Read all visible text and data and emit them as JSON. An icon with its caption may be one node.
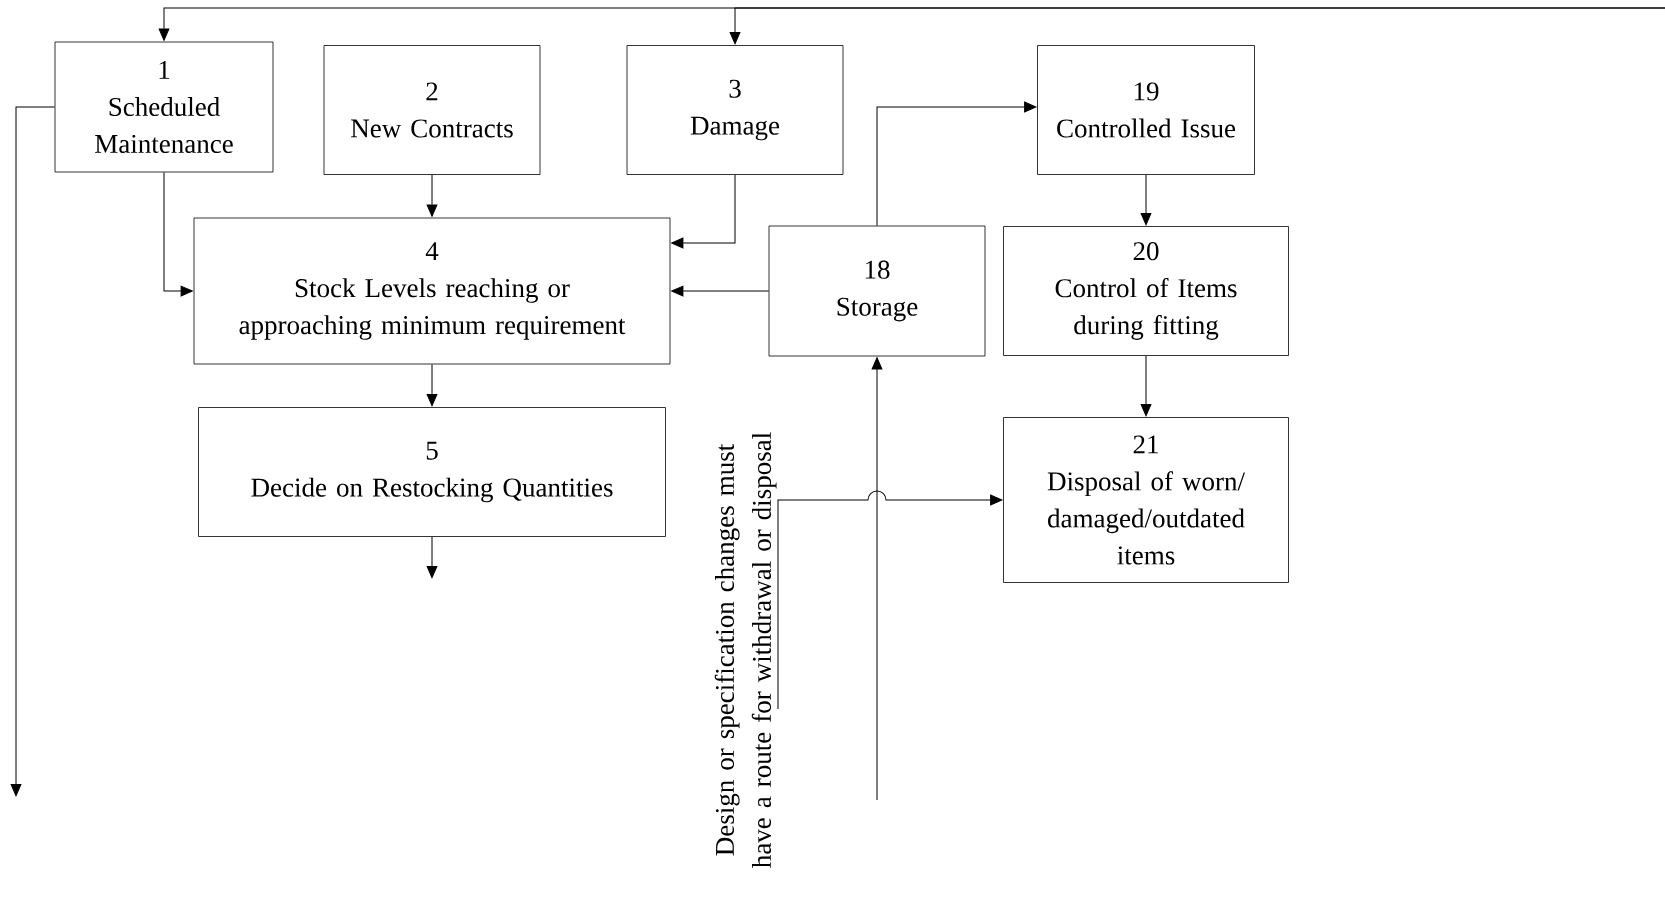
{
  "diagram": {
    "nodes": [
      {
        "text": [
          "1",
          "Scheduled Maintenance"
        ]
      },
      {
        "text": [
          "2",
          "New Contracts"
        ]
      },
      {
        "text": [
          "3",
          "Damage"
        ]
      },
      {
        "text": [
          "19",
          "Controlled Issue"
        ]
      },
      {
        "text": [
          "4",
          "Stock Levels reaching or approaching minimum requirement"
        ]
      },
      {
        "text": [
          "18",
          "Storage"
        ]
      },
      {
        "text": [
          "20",
          "Control of Items during fitting"
        ]
      },
      {
        "text": [
          "5",
          "Decide on Restocking Quantities"
        ]
      },
      {
        "text": [
          "21",
          "Disposal of worn/ damaged/outdated items"
        ]
      },
      {
        "text": [
          "Design or specification changes must have a route for withdrawal or disposal"
        ]
      }
    ],
    "edges": [
      {
        "from": null,
        "to": 0,
        "arrow": "to"
      },
      {
        "from": null,
        "to": 2,
        "arrow": "to"
      },
      {
        "from": 0,
        "to": null,
        "arrow": "to"
      },
      {
        "from": 0,
        "to": 4,
        "arrow": "to"
      },
      {
        "from": 1,
        "to": 4,
        "arrow": "to"
      },
      {
        "from": 2,
        "to": 4,
        "arrow": "to"
      },
      {
        "from": 5,
        "to": 4,
        "arrow": "to"
      },
      {
        "from": 5,
        "to": 3,
        "arrow": "to"
      },
      {
        "from": 3,
        "to": 6,
        "arrow": "to"
      },
      {
        "from": 6,
        "to": 8,
        "arrow": "to"
      },
      {
        "from": 4,
        "to": 7,
        "arrow": "to"
      },
      {
        "from": 7,
        "to": null,
        "arrow": "to"
      },
      {
        "from": 9,
        "to": 8,
        "arrow": "to"
      },
      {
        "from": null,
        "to": 5,
        "arrow": "to"
      }
    ]
  }
}
